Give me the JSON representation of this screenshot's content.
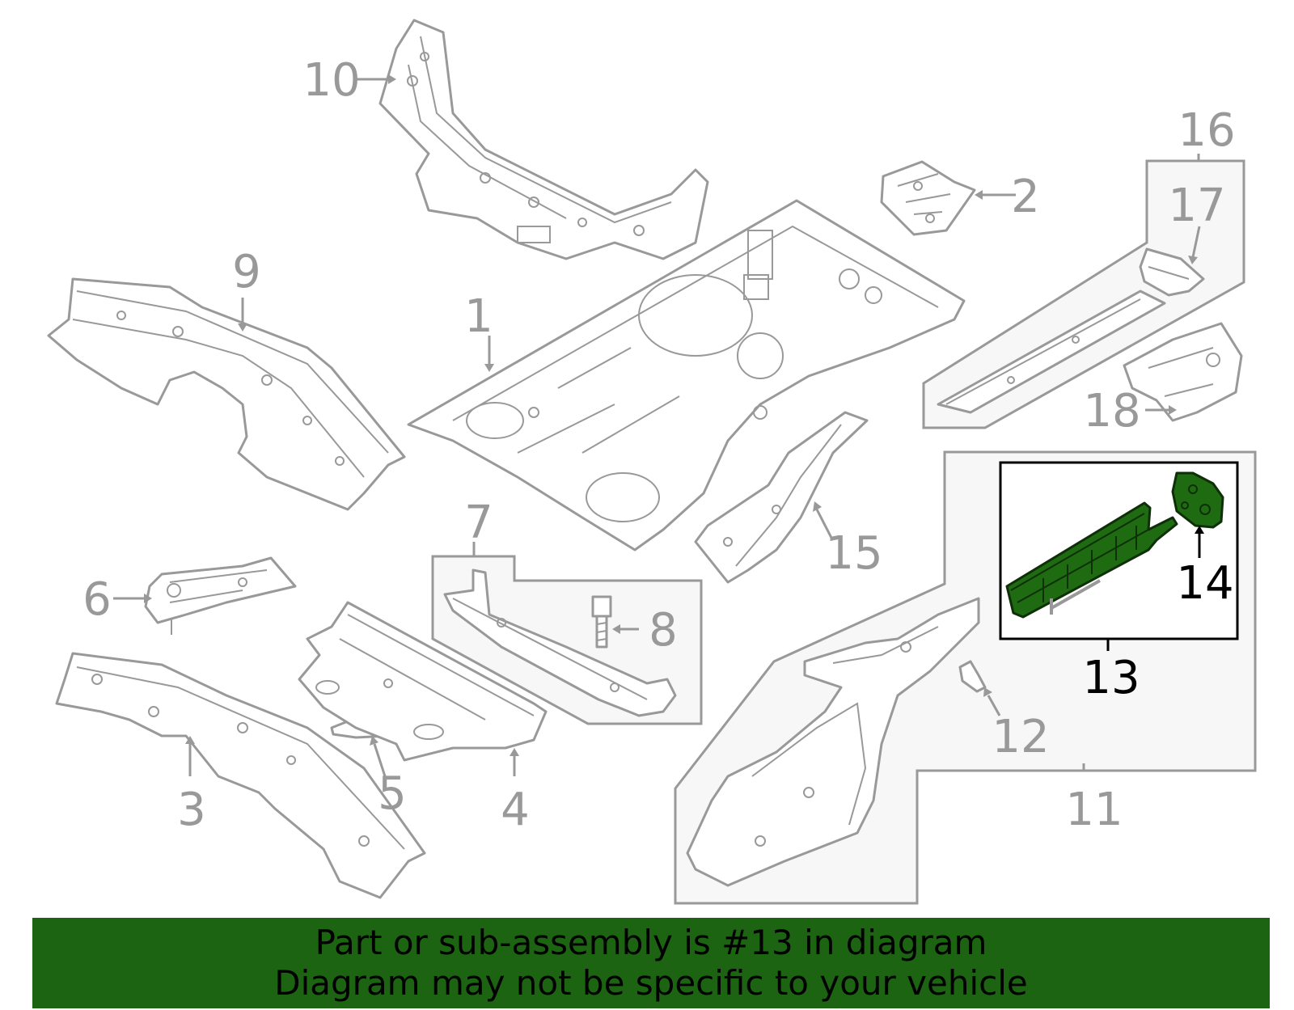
{
  "diagram": {
    "callouts": {
      "c1": "1",
      "c2": "2",
      "c3": "3",
      "c4": "4",
      "c5": "5",
      "c6": "6",
      "c7": "7",
      "c8": "8",
      "c9": "9",
      "c10": "10",
      "c11": "11",
      "c12": "12",
      "c13": "13",
      "c14": "14",
      "c15": "15",
      "c16": "16",
      "c17": "17",
      "c18": "18"
    },
    "highlighted_callout": "13",
    "colors": {
      "line": "#999999",
      "group_fill": "#f7f7f7",
      "highlight_part": "#1e6b12",
      "banner": "#1c6312",
      "active_text": "#000000"
    }
  },
  "banner": {
    "line1": "Part or sub-assembly is #13 in diagram",
    "line2": "Diagram may not be specific to your vehicle"
  }
}
